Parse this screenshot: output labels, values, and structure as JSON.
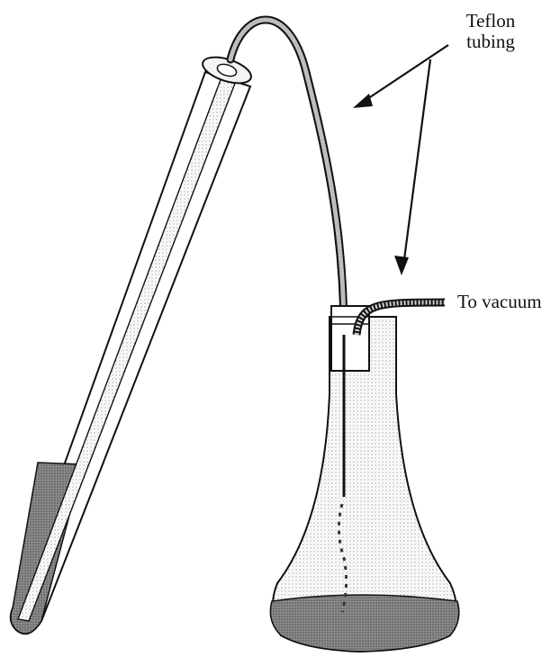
{
  "labels": {
    "teflon_line1": "Teflon",
    "teflon_line2": "tubing",
    "to_vacuum": "To vacuum"
  },
  "colors": {
    "ink": "#111111",
    "liquid": "#9a9a9a",
    "stipple": "#b8b8b8"
  }
}
